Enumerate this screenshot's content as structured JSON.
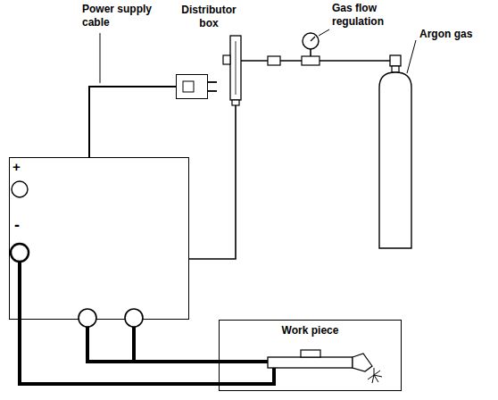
{
  "diagram": {
    "nodes": [
      {
        "text": [
          "+",
          "-"
        ]
      },
      {
        "text": [
          "Distributor box"
        ]
      },
      {
        "text": [
          "Work piece"
        ]
      }
    ],
    "edges": [
      {
        "from": 0,
        "to": 1,
        "arrow": "none"
      },
      {
        "from": 0,
        "to": 2,
        "arrow": "none"
      },
      {
        "from": 0,
        "to": 2,
        "arrow": "none"
      }
    ],
    "labels": [
      "Power supply cable",
      "Gas flow regulation",
      "Argon gas"
    ]
  }
}
